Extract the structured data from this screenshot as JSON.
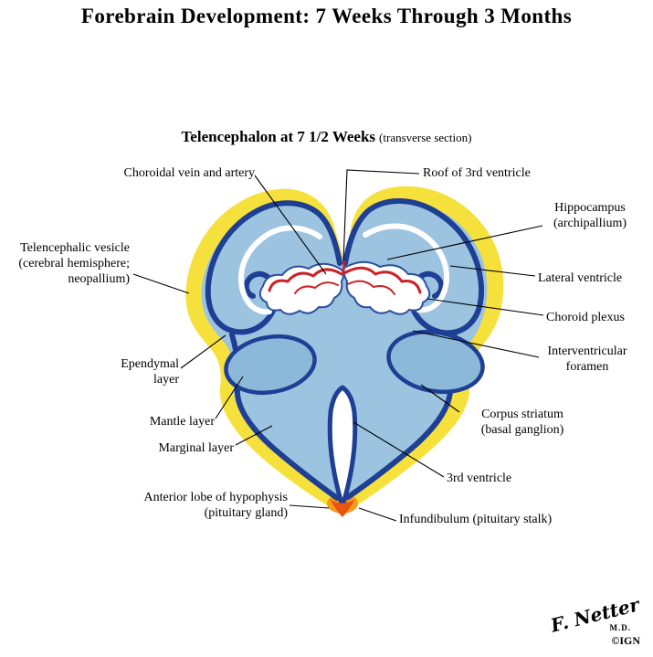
{
  "title": "Forebrain Development: 7 Weeks Through 3 Months",
  "subtitle": {
    "main": "Telencephalon at 7 1/2 Weeks",
    "note": "(transverse section)"
  },
  "labels": {
    "choroidal_vein_artery": "Choroidal vein and artery",
    "roof_3rd_ventricle": "Roof of 3rd ventricle",
    "hippocampus": "Hippocampus\n(archipallium)",
    "telencephalic_vesicle": "Telencephalic vesicle\n(cerebral hemisphere;\nneopallium)",
    "lateral_ventricle": "Lateral ventricle",
    "choroid_plexus": "Choroid plexus",
    "interventricular_foramen": "Interventricular\nforamen",
    "ependymal_layer": "Ependymal\nlayer",
    "mantle_layer": "Mantle layer",
    "marginal_layer": "Marginal layer",
    "corpus_striatum": "Corpus striatum\n(basal ganglion)",
    "third_ventricle": "3rd ventricle",
    "anterior_lobe_hypophysis": "Anterior lobe of hypophysis\n(pituitary gland)",
    "infundibulum": "Infundibulum (pituitary stalk)"
  },
  "signature": {
    "name": "F. Netter",
    "credential": "M.D.",
    "rights_mark": "©IGN"
  },
  "colors": {
    "marginal_layer_yellow": "#F6E13C",
    "mantle_layer_blue": "#9CC3DF",
    "ependymal_layer_dark_blue": "#1E3F94",
    "choroid_plexus_red": "#CC2127",
    "infundibulum_orange": "#E8550F"
  }
}
